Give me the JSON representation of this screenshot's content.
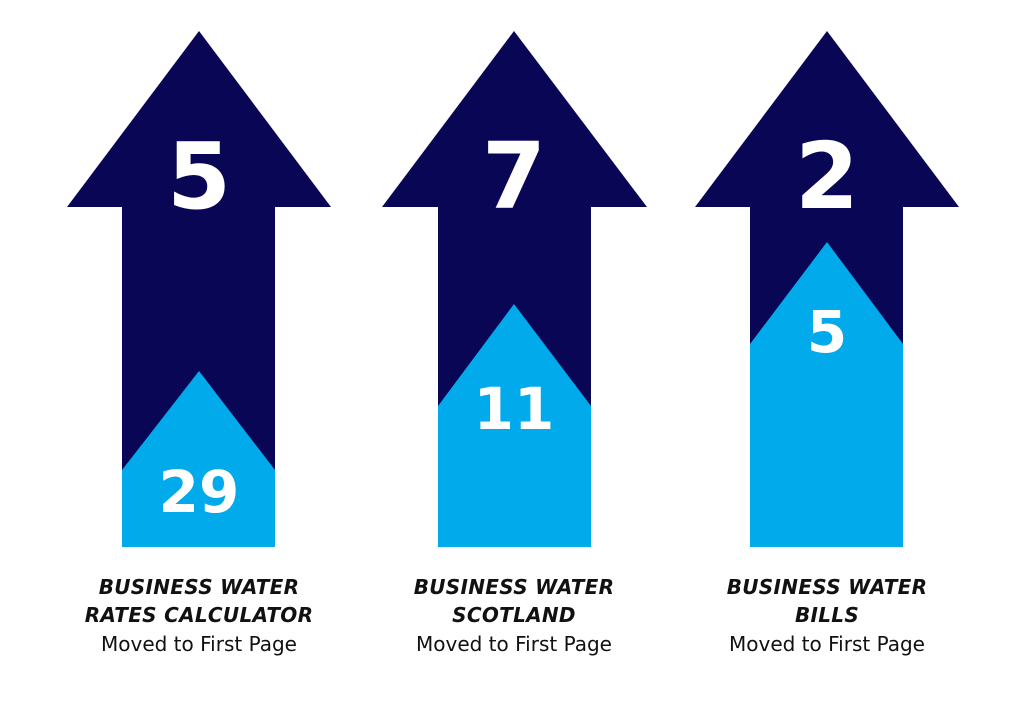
{
  "colors": {
    "dark_arrow": "#0a0656",
    "light_arrow": "#00aaeb",
    "numbers": "#ffffff",
    "caption_text": "#111111"
  },
  "items": [
    {
      "previous_position": "5",
      "new_position": "29",
      "keyword_line1": "BUSINESS WATER",
      "keyword_line2": "RATES CALCULATOR",
      "status": "Moved to First Page"
    },
    {
      "previous_position": "7",
      "new_position": "11",
      "keyword_line1": "BUSINESS WATER",
      "keyword_line2": "SCOTLAND",
      "status": "Moved to First Page"
    },
    {
      "previous_position": "2",
      "new_position": "5",
      "keyword_line1": "BUSINESS WATER",
      "keyword_line2": "BILLS",
      "status": "Moved to First Page"
    }
  ]
}
